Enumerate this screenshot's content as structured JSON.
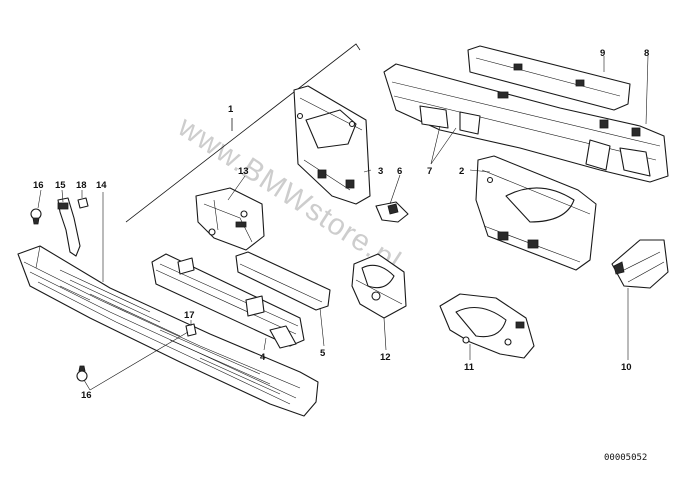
{
  "diagram": {
    "watermark": "www.BMWstore.pl",
    "part_number": "00005052",
    "callouts": [
      "1",
      "2",
      "3",
      "4",
      "5",
      "6",
      "7",
      "8",
      "9",
      "10",
      "11",
      "12",
      "13",
      "14",
      "15",
      "16",
      "17",
      "18"
    ]
  }
}
